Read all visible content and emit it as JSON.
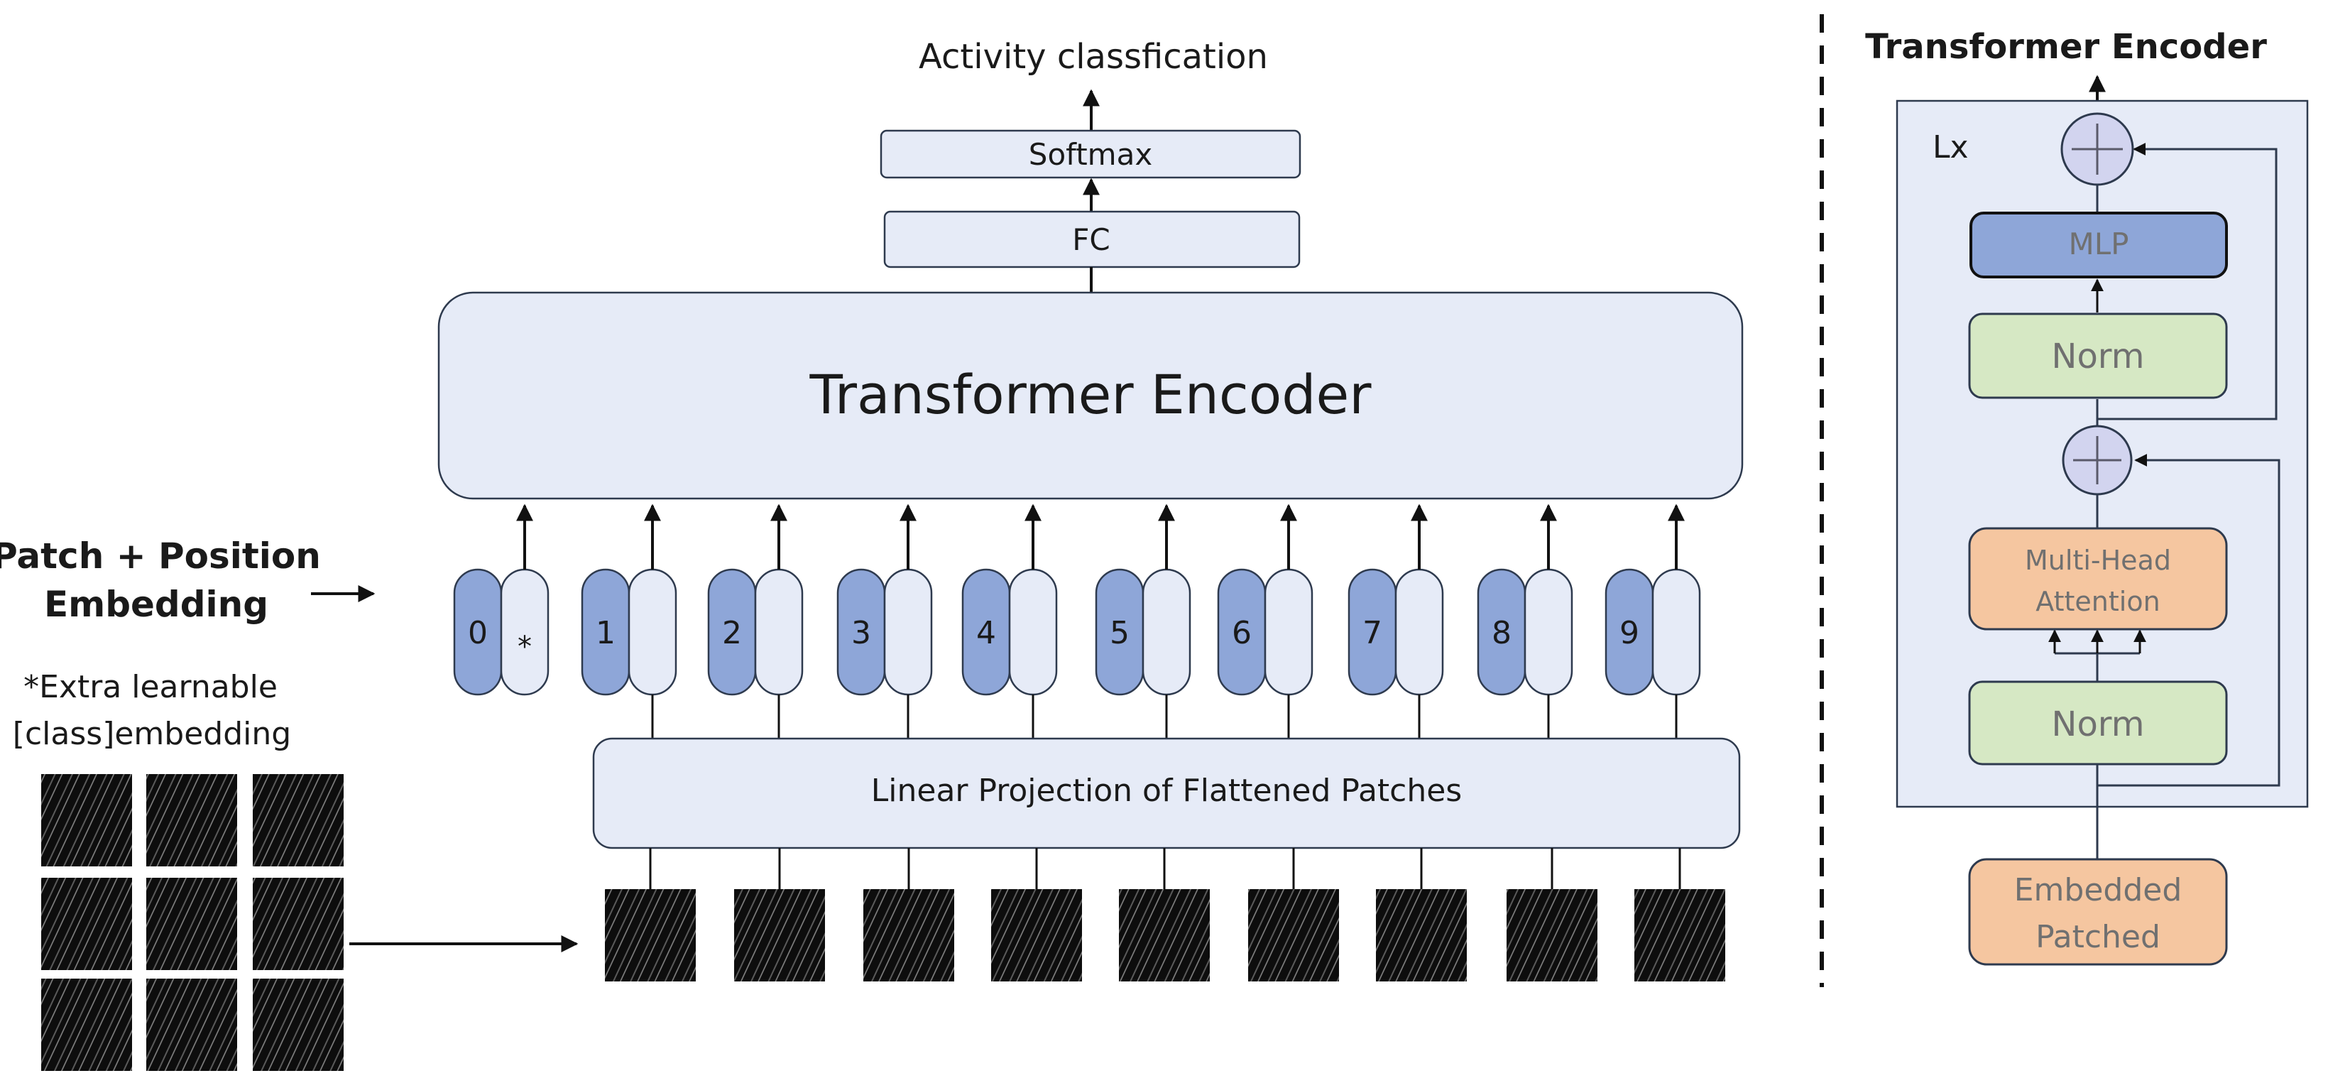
{
  "output_label": "Activity classfication",
  "softmax_label": "Softmax",
  "fc_label": "FC",
  "transformer_label": "Transformer Encoder",
  "patch_position_label_line1": "Patch + Position",
  "patch_position_label_line2": "Embedding",
  "extra_label_line1": "*Extra learnable",
  "extra_label_line2": "[class]embedding",
  "linear_projection_label": "Linear Projection of Flattened Patches",
  "tokens": [
    {
      "pos": "0",
      "embed": "*"
    },
    {
      "pos": "1",
      "embed": ""
    },
    {
      "pos": "2",
      "embed": ""
    },
    {
      "pos": "3",
      "embed": ""
    },
    {
      "pos": "4",
      "embed": ""
    },
    {
      "pos": "5",
      "embed": ""
    },
    {
      "pos": "6",
      "embed": ""
    },
    {
      "pos": "7",
      "embed": ""
    },
    {
      "pos": "8",
      "embed": ""
    },
    {
      "pos": "9",
      "embed": ""
    }
  ],
  "encoder_detail": {
    "title": "Transformer Encoder",
    "repeat_label": "Lx",
    "mlp_label": "MLP",
    "norm_top_label": "Norm",
    "attention_label_line1": "Multi-Head",
    "attention_label_line2": "Attention",
    "norm_bottom_label": "Norm",
    "embedded_label_line1": "Embedded",
    "embedded_label_line2": "Patched"
  },
  "colors": {
    "light_box": "#e6ebf7",
    "dark_token": "#8ea6d8",
    "mlp": "#8ea6d8",
    "norm": "#d6e8c4",
    "attention": "#f5c6a0",
    "add_circle": "#d2d4ef",
    "border": "#2e3a4e",
    "patch": "#0d0d0d"
  }
}
